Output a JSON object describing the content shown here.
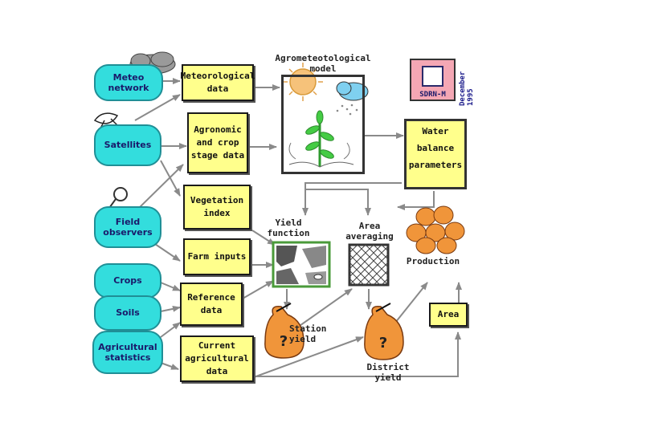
{
  "sources": {
    "meteo": "Meteo\nnetwork",
    "satellites": "Satellites",
    "field": "Field\nobservers",
    "crops": "Crops",
    "soils": "Soils",
    "agstats": "Agricultural\nstatistics"
  },
  "data_boxes": {
    "meteorological": "Meteorological\ndata",
    "agronomic": "Agronomic\nand crop\nstage data",
    "vegetation": "Vegetation\nindex",
    "farm": "Farm inputs",
    "reference": "Reference\ndata",
    "current": "Current\nagricultural\ndata"
  },
  "model": {
    "title": "Agrometeotological\nmodel"
  },
  "water_balance": "Water\nbalance\nparameters",
  "yield_function": "Yield\nfunction",
  "area_averaging": "Area\naveraging",
  "production": "Production",
  "area": "Area",
  "station_yield": "Station\nyield",
  "district_yield": "District yield",
  "question_mark": "?",
  "logo": {
    "text": "SDRN-M",
    "date": "December 1995"
  },
  "colors": {
    "source_fill": "#33dddd",
    "box_fill": "#ffff8c",
    "arrow": "#8a8a8a",
    "sack": "#f0953a"
  }
}
